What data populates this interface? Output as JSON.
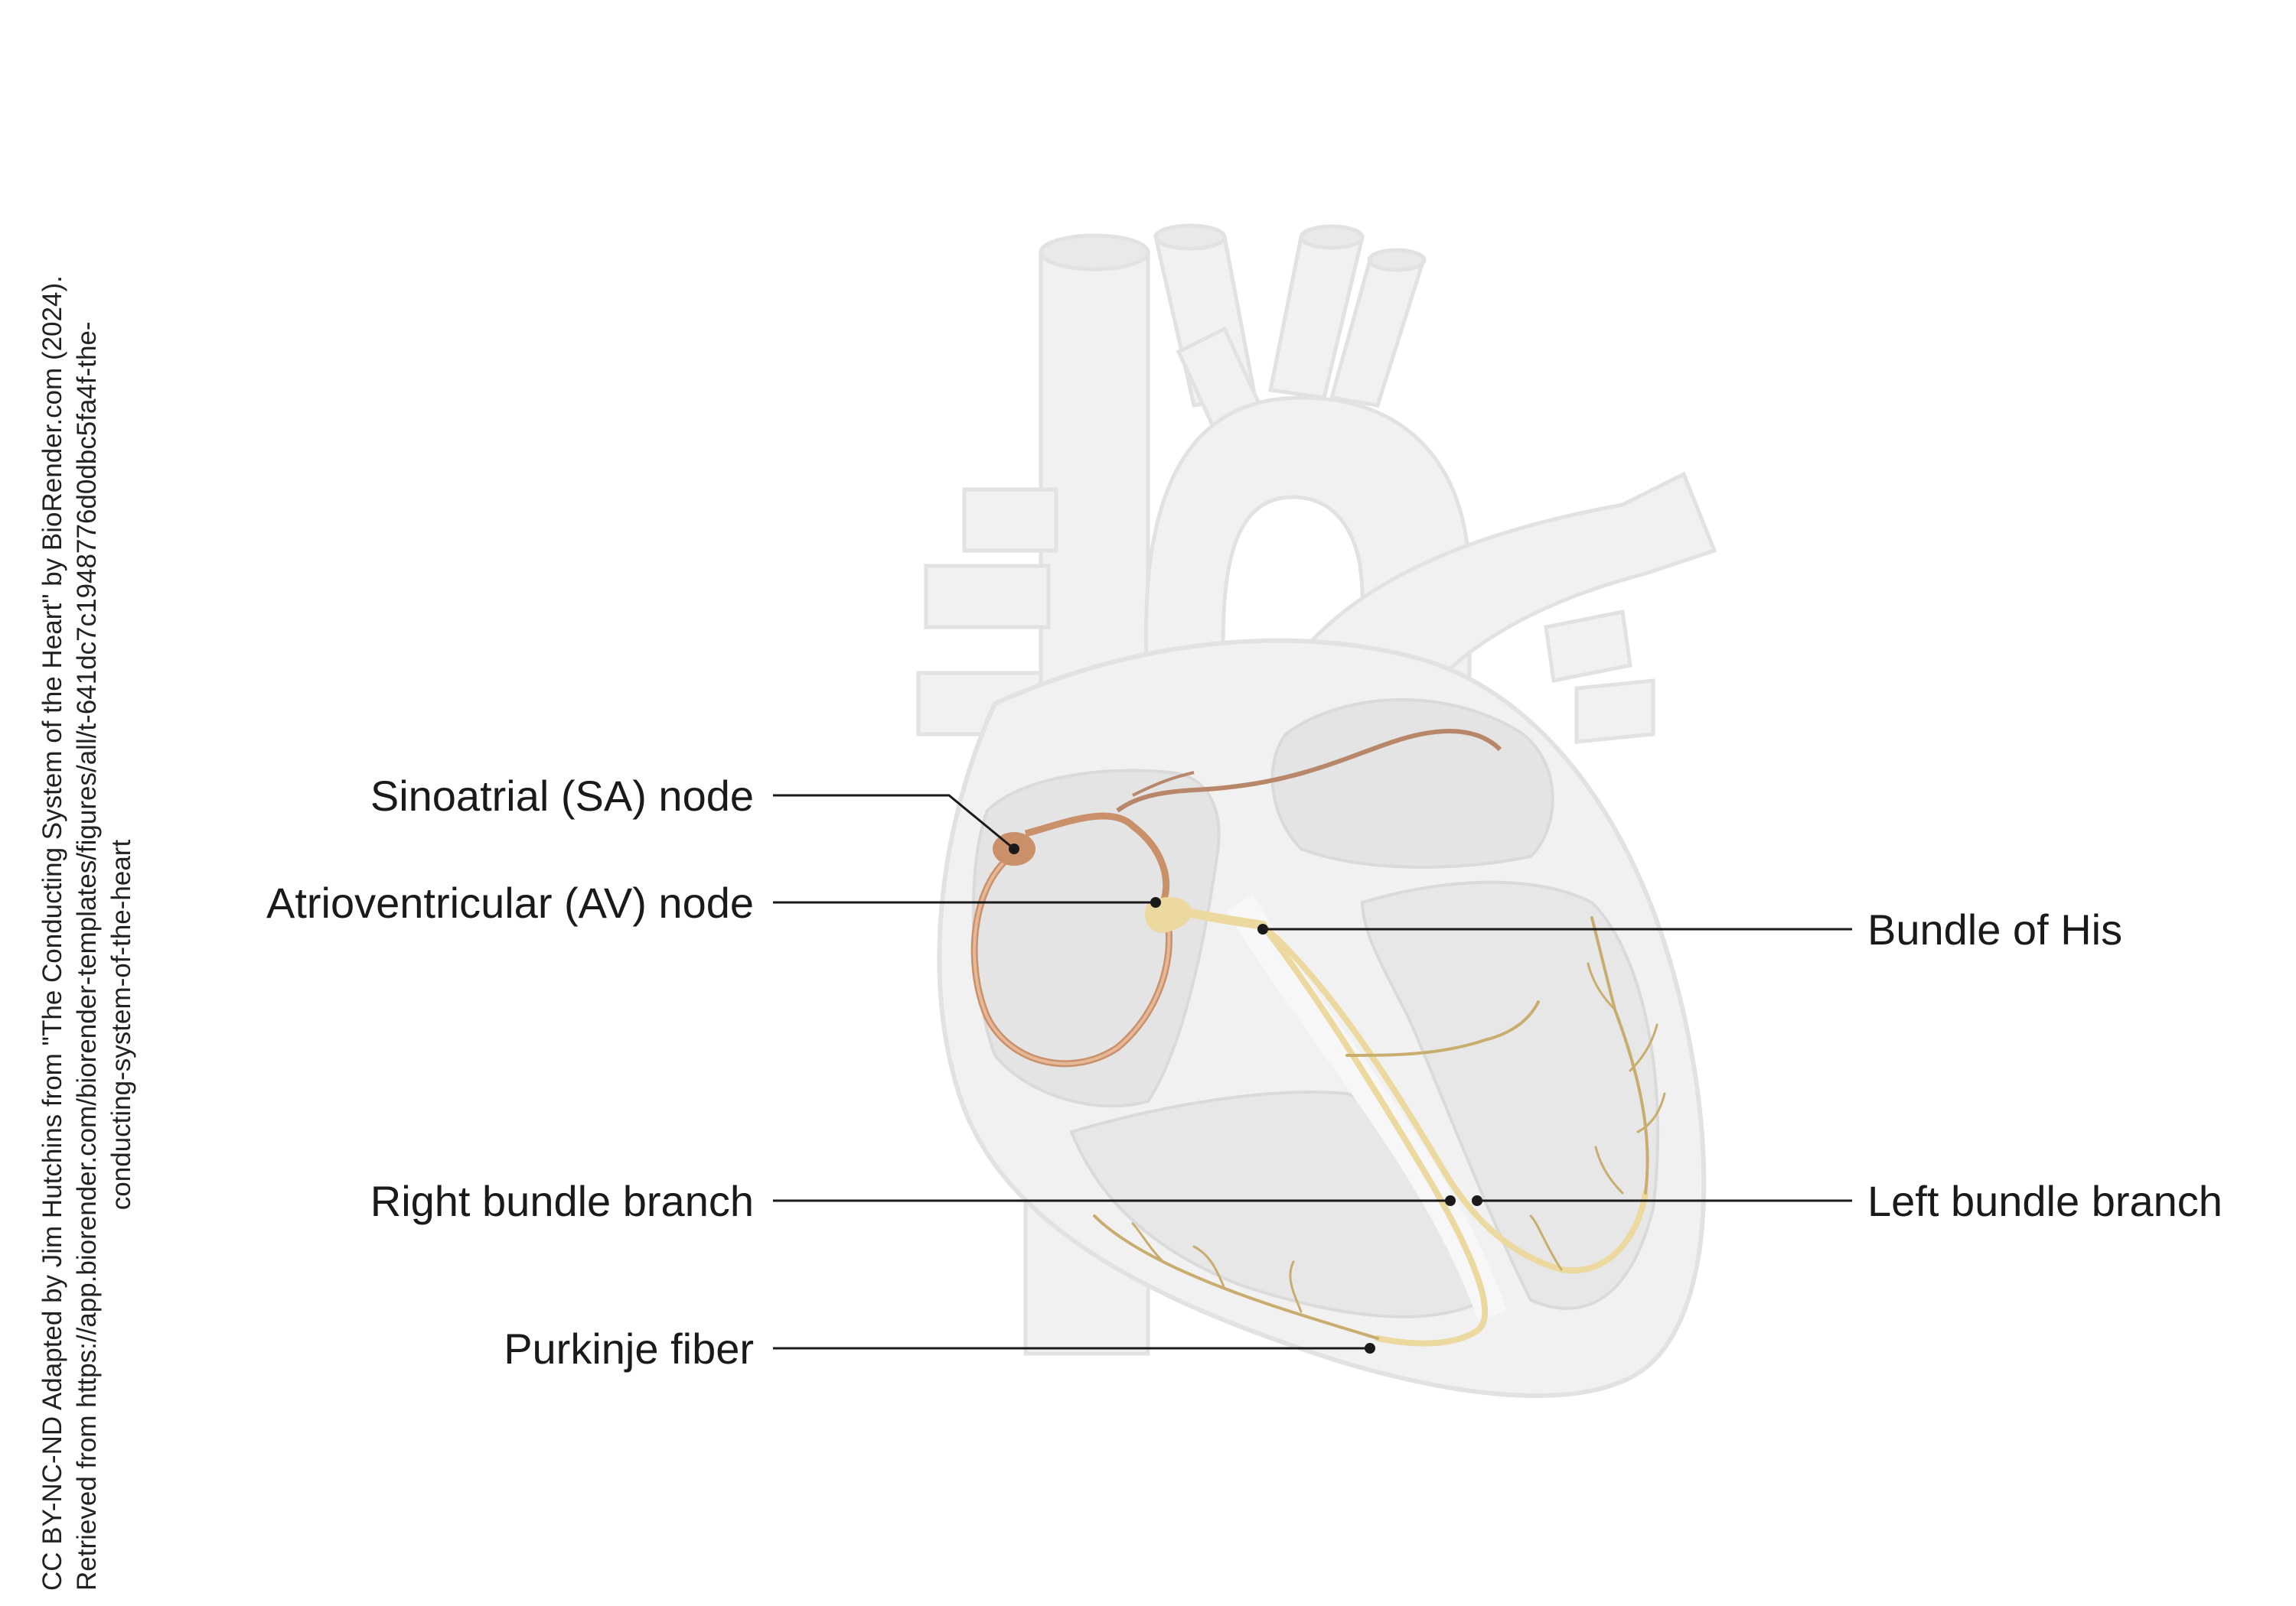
{
  "credit": {
    "line1": "CC BY-NC-ND Adapted by Jim Hutchins from \"The Conducting System of the Heart\" by BioRender.com (2024).",
    "line2": "Retrieved from https://app.biorender.com/biorender-templates/figures/all/t-641dc7c1948776d0dbc5fa4f-the-",
    "line3": "conducting-system-of-the-heart"
  },
  "labels": {
    "sa_node": "Sinoatrial (SA) node",
    "av_node": "Atrioventricular (AV) node",
    "bundle_of_his": "Bundle of His",
    "right_bundle_branch": "Right bundle branch",
    "left_bundle_branch": "Left bundle branch",
    "purkinje_fiber": "Purkinje fiber"
  },
  "colors": {
    "heart_outline": "#e2e2e2",
    "heart_fill": "#f1f1f1",
    "heart_inner": "#e4e4e4",
    "sa_pathway": "#c9906a",
    "conduction_fiber": "#ecd9a0",
    "purkinje": "#c9ad6e"
  }
}
